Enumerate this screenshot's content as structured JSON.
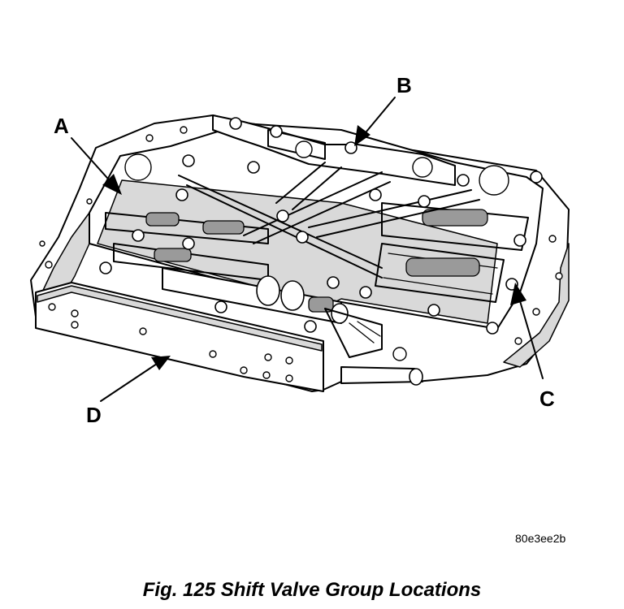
{
  "callouts": {
    "a": "A",
    "b": "B",
    "c": "C",
    "d": "D"
  },
  "image_id": "80e3ee2b",
  "caption": "Fig. 125 Shift Valve Group Locations"
}
